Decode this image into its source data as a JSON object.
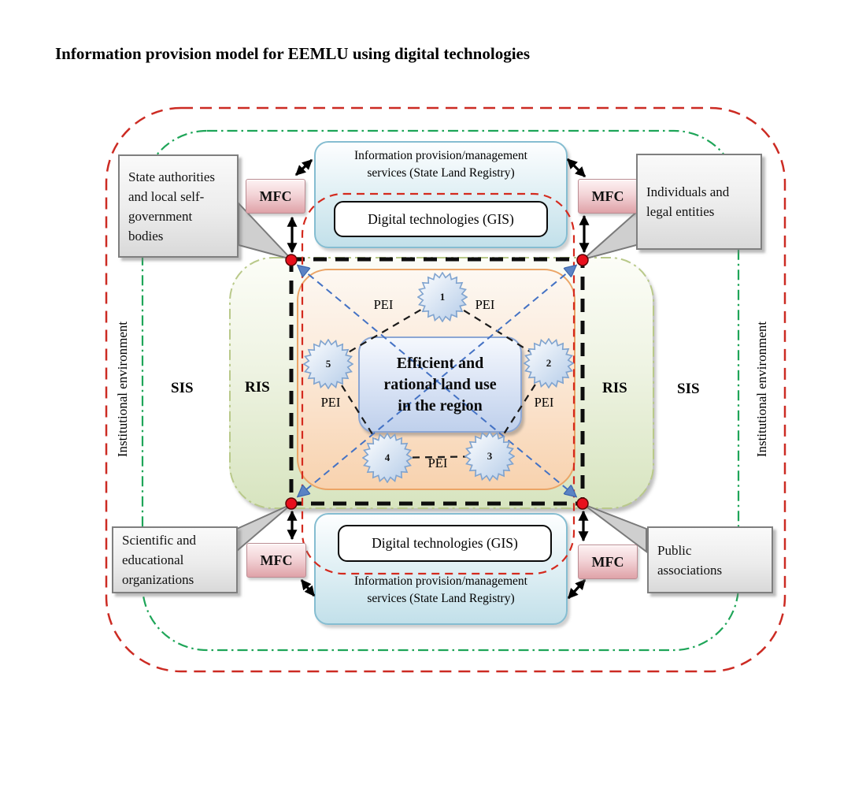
{
  "title": "Information provision model for EEMLU using digital technologies",
  "environment": {
    "left_label": "Institutional environment",
    "right_label": "Institutional environment"
  },
  "sis": {
    "left": "SIS",
    "right": "SIS"
  },
  "ris": {
    "left": "RIS",
    "right": "RIS"
  },
  "top_service": {
    "title_line1": "Information provision/management",
    "title_line2": "services (State Land Registry)",
    "digital_label": "Digital technologies (GIS)"
  },
  "bottom_service": {
    "digital_label": "Digital technologies (GIS)",
    "title_line1": "Information provision/management",
    "title_line2": "services (State Land Registry)"
  },
  "goal": {
    "line1": "Efficient and",
    "line2": "rational land use",
    "line3": "in the region"
  },
  "stars": [
    "1",
    "2",
    "3",
    "4",
    "5"
  ],
  "pei": {
    "top_left": "PEI",
    "top_right": "PEI",
    "left": "PEI",
    "right": "PEI",
    "bottom": "PEI"
  },
  "mfc": {
    "top_left": "MFC",
    "top_right": "MFC",
    "bottom_left": "MFC",
    "bottom_right": "MFC"
  },
  "stakeholders": {
    "top_left": "State authorities and local self-government bodies",
    "top_right": "Individuals and legal entities",
    "bottom_left": "Scientific and educational organizations",
    "bottom_right": "Public associations"
  },
  "colors": {
    "outer_boundary": "#cc2b23",
    "institutional_boundary": "#1ea558",
    "inner_boundary": "#d42a1e",
    "diagonal_lines": "#4472c4",
    "service_fill": "#c2e0ea",
    "mfc_fill": "#dfa2a8",
    "goal_fill": "#bfd0ec",
    "ris_fill": "#d7e4bf",
    "core_fill": "#f8d2ae",
    "corner_dot": "#e8101c"
  }
}
